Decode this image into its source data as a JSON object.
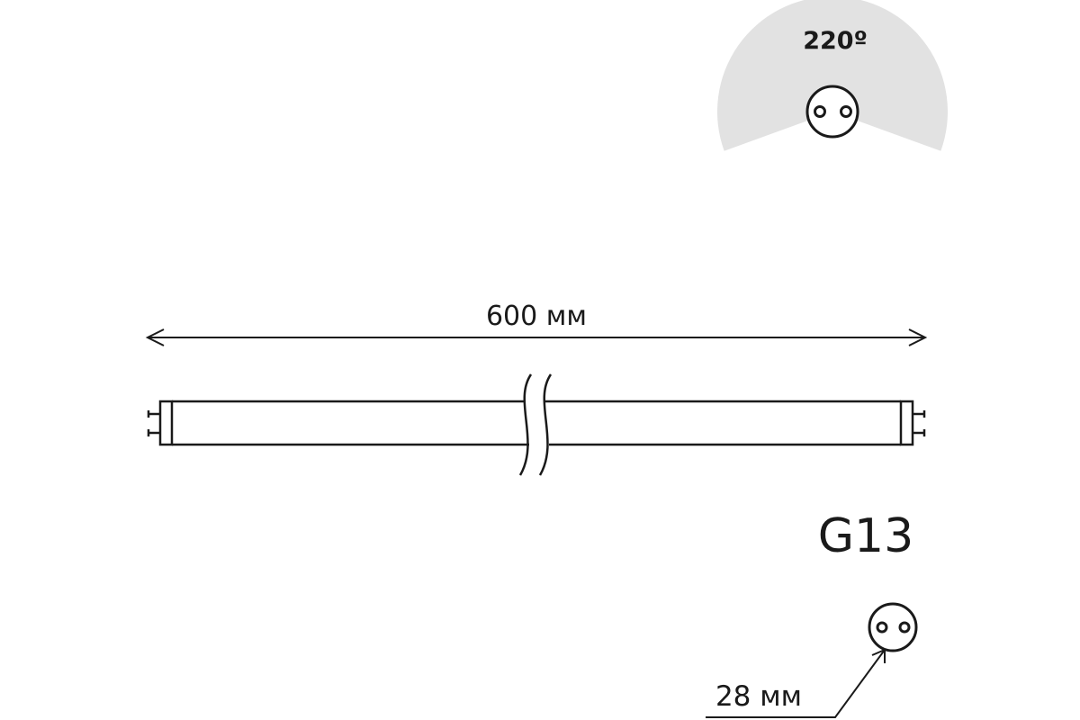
{
  "beam_angle": {
    "value": 220,
    "unit_symbol": "º",
    "label": "220º",
    "fill_color": "#e2e2e2"
  },
  "tube": {
    "length_label": "600 мм",
    "base_label": "G13",
    "diameter_label": "28 мм"
  },
  "colors": {
    "line": "#1a1a1a",
    "background": "#ffffff"
  }
}
